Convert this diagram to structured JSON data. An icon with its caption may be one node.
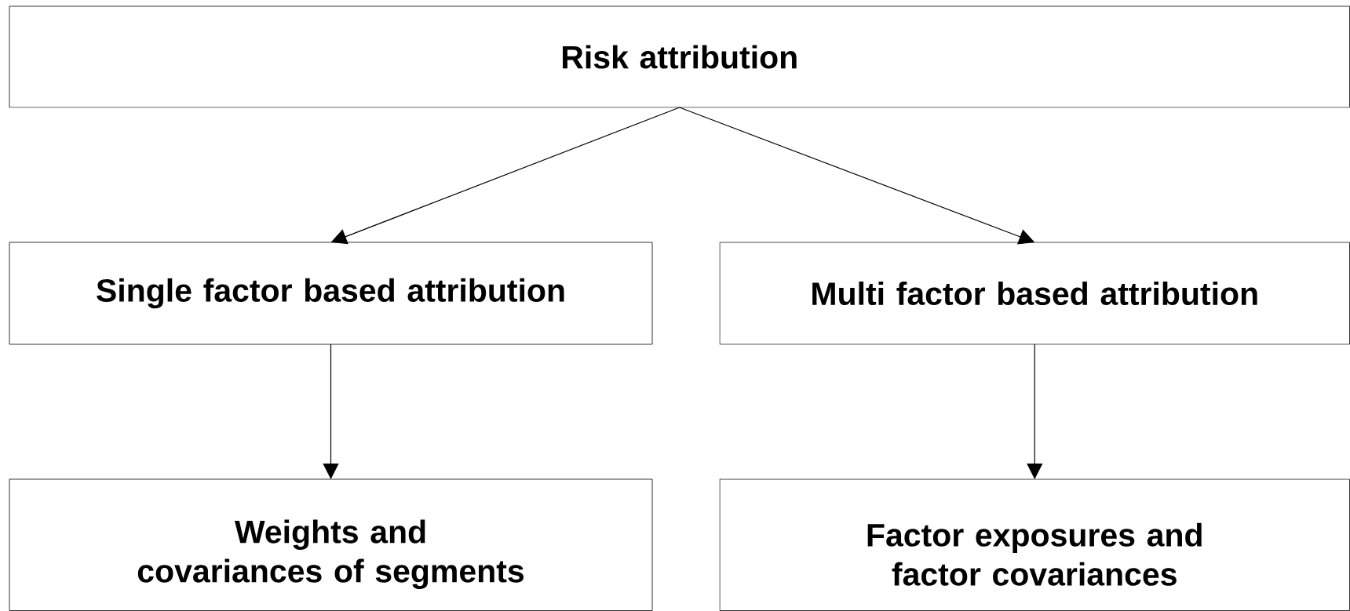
{
  "diagram": {
    "nodes": [
      {
        "text": [
          "Risk attribution"
        ]
      },
      {
        "text": [
          "Single factor based attribution"
        ]
      },
      {
        "text": [
          "Multi factor based attribution"
        ]
      },
      {
        "text": [
          "Weights and covariances of segments"
        ]
      },
      {
        "text": [
          "Factor exposures and factor covariances"
        ]
      }
    ],
    "edges": [
      {
        "from": 0,
        "to": 1,
        "arrow": "to"
      },
      {
        "from": 0,
        "to": 2,
        "arrow": "to"
      },
      {
        "from": 1,
        "to": 3,
        "arrow": "to"
      },
      {
        "from": 2,
        "to": 4,
        "arrow": "to"
      }
    ]
  }
}
